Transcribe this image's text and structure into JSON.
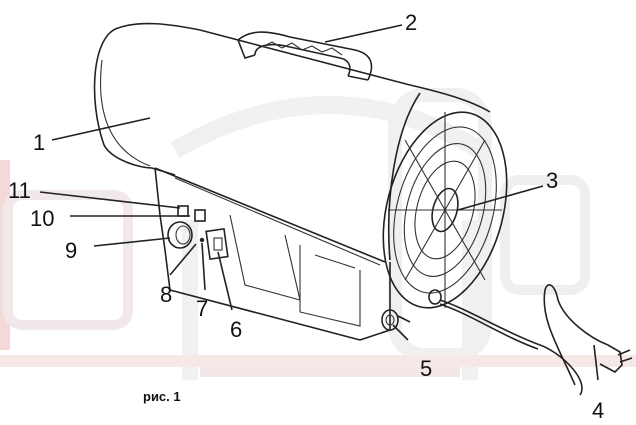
{
  "figure": {
    "caption": "рис. 1",
    "callouts": [
      {
        "id": "1",
        "text": "1"
      },
      {
        "id": "2",
        "text": "2"
      },
      {
        "id": "3",
        "text": "3"
      },
      {
        "id": "4",
        "text": "4"
      },
      {
        "id": "5",
        "text": "5"
      },
      {
        "id": "6",
        "text": "6"
      },
      {
        "id": "7",
        "text": "7"
      },
      {
        "id": "8",
        "text": "8"
      },
      {
        "id": "9",
        "text": "9"
      },
      {
        "id": "10",
        "text": "10"
      },
      {
        "id": "11",
        "text": "11"
      }
    ]
  },
  "colors": {
    "watermark": "#f4dede",
    "watermark_light": "#eeeeee",
    "ink": "#222222"
  },
  "icons": [
    "watermark-logo"
  ]
}
